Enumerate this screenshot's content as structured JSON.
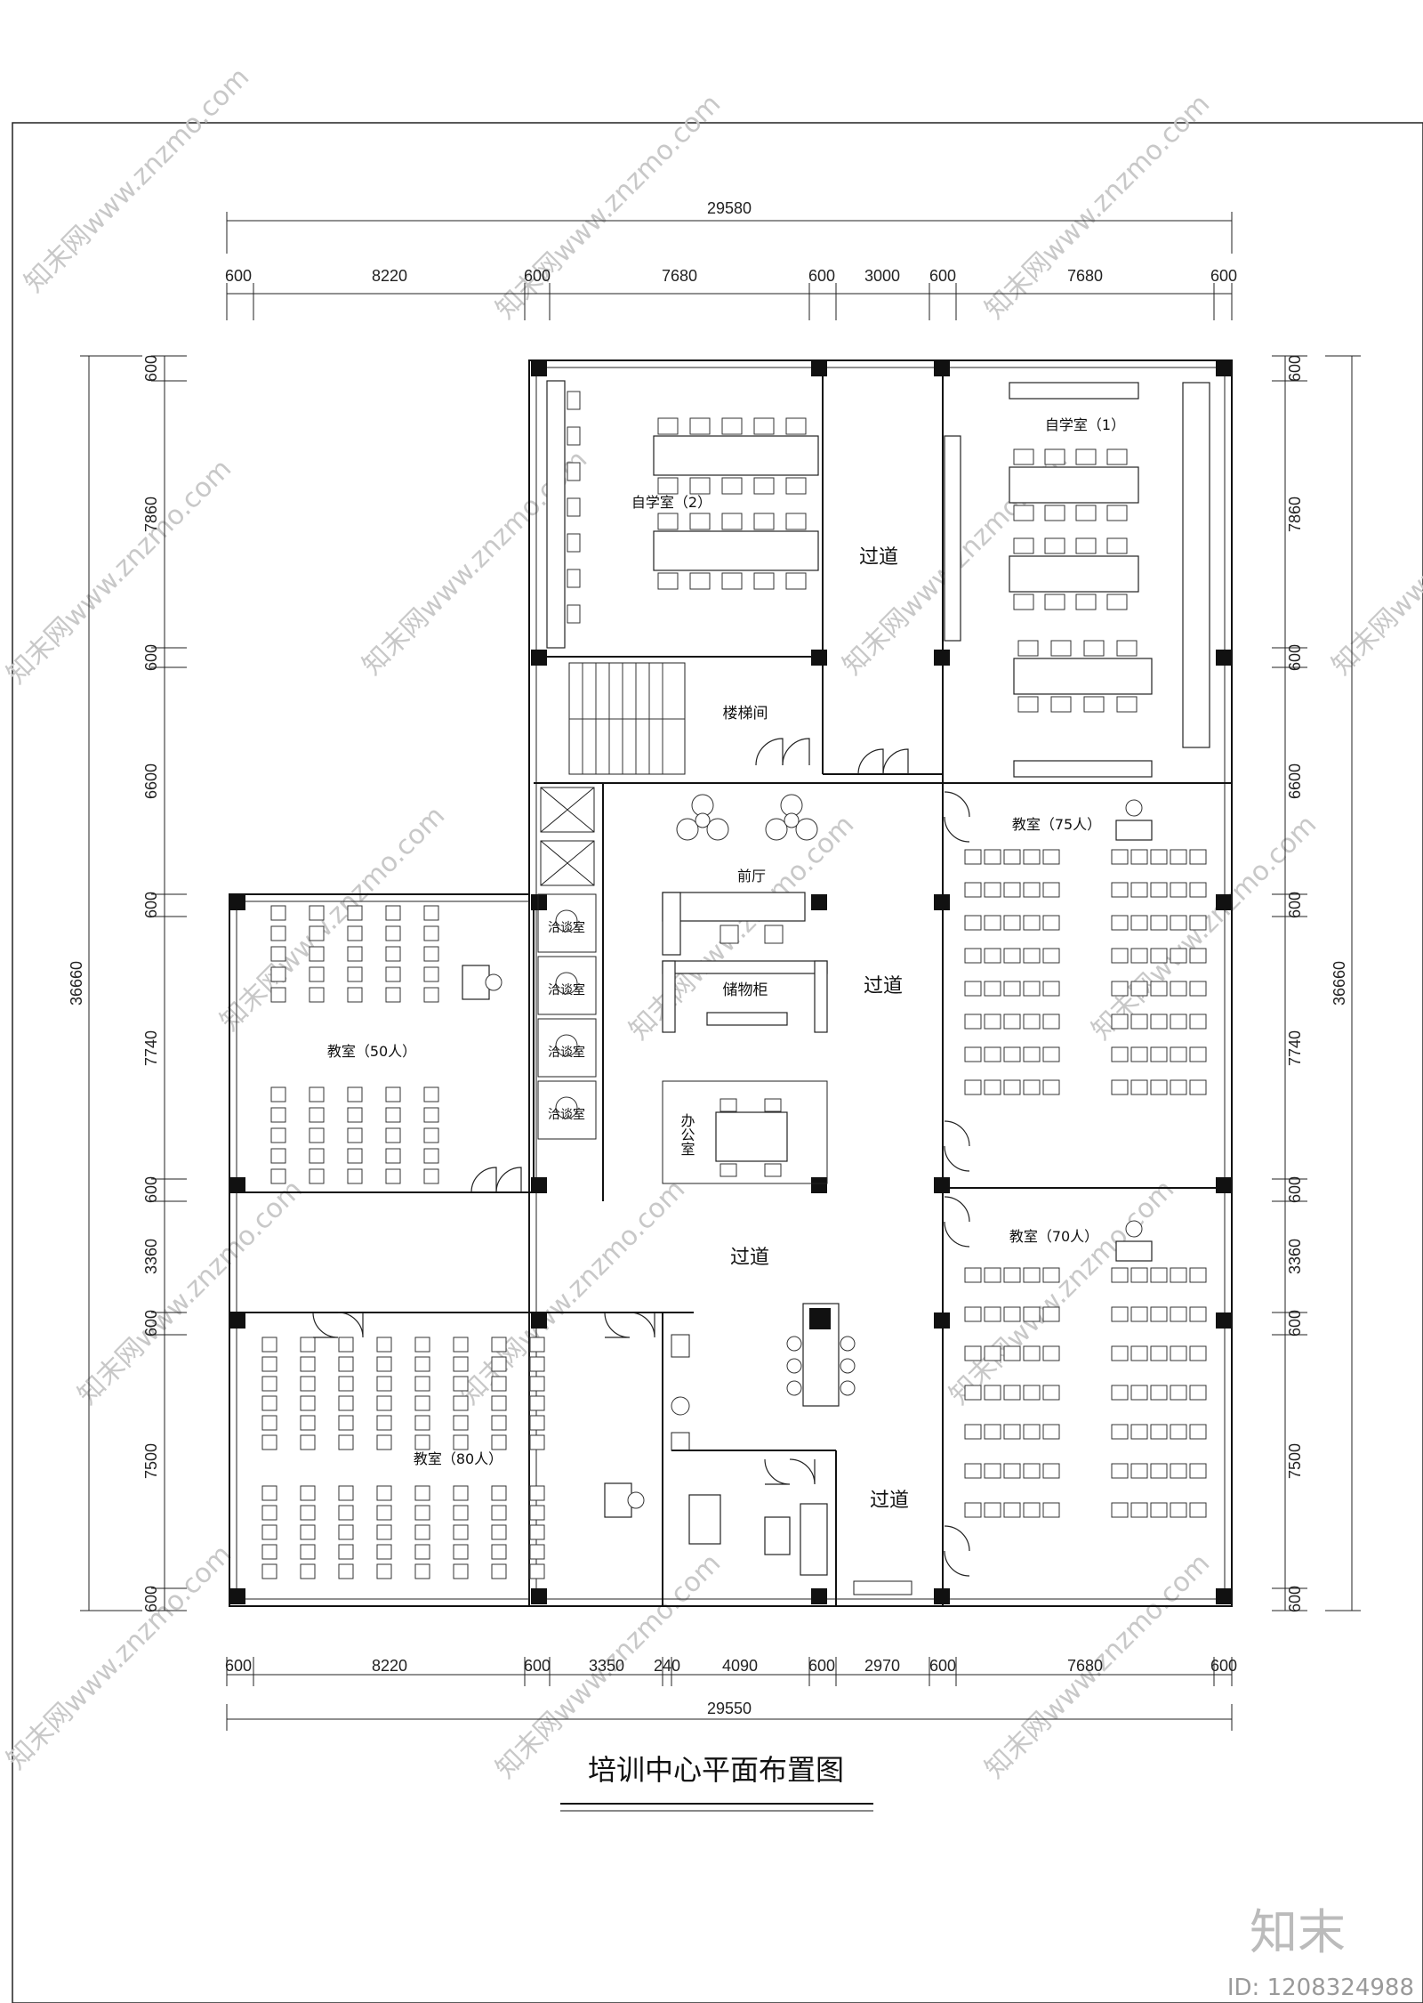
{
  "title": "培训中心平面布置图",
  "watermark": "知末网www.znzmo.com",
  "logo": "知末",
  "image_id": "ID: 1208324988",
  "dims": {
    "top_total": "29580",
    "top_segments": [
      "600",
      "8220",
      "600",
      "7680",
      "600",
      "3000",
      "600",
      "7680",
      "600"
    ],
    "bottom_total": "29550",
    "bottom_segments": [
      "600",
      "8220",
      "600",
      "3350",
      "240",
      "4090",
      "600",
      "2970",
      "600",
      "7680",
      "600"
    ],
    "left_total": "36660",
    "right_total": "36660",
    "left_segments": [
      "600",
      "7860",
      "600",
      "6600",
      "600",
      "7740",
      "600",
      "3360",
      "600",
      "7500",
      "600"
    ],
    "right_segments": [
      "600",
      "7860",
      "600",
      "6600",
      "600",
      "7740",
      "600",
      "3360",
      "600",
      "7500",
      "600"
    ]
  },
  "rooms": {
    "study2": "自学室（2）",
    "study1": "自学室（1）",
    "corridor": "过道",
    "stairs": "楼梯间",
    "lobby": "前厅",
    "storage": "储物柜",
    "meeting": "洽谈室",
    "office": "办公室",
    "class50": "教室（50人）",
    "class75": "教室（75人）",
    "class70": "教室（70人）",
    "class80": "教室（80人）"
  }
}
